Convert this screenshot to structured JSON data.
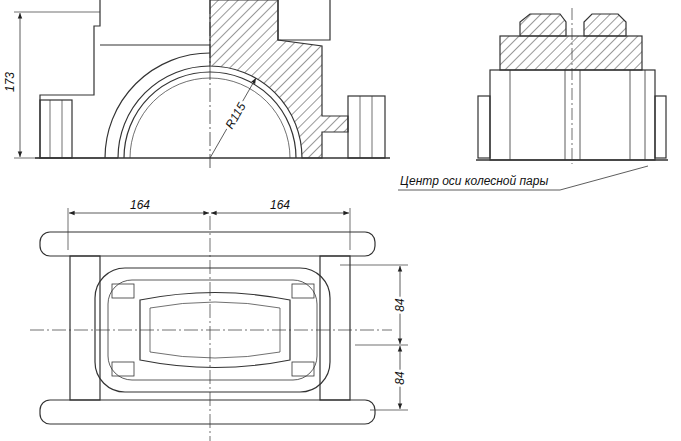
{
  "diagram": {
    "labels": [
      "173",
      "R115",
      "Центр оси колесной пары",
      "164",
      "164",
      "84",
      "84"
    ]
  }
}
